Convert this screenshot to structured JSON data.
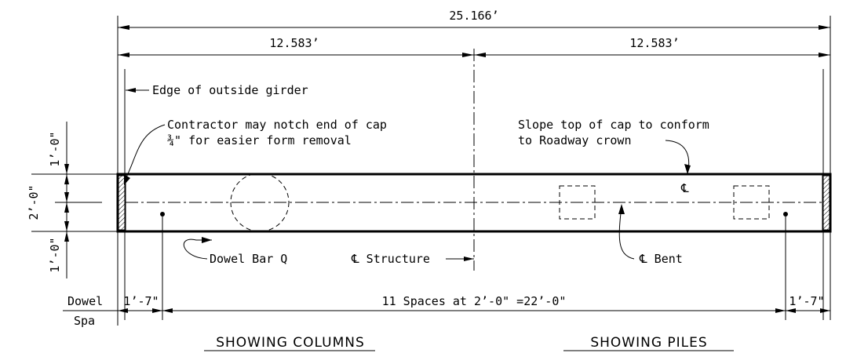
{
  "dimensions": {
    "overall": "25.166’",
    "half_left": "12.583’",
    "half_right": "12.583’",
    "dowel_end_left": "1’-7\"",
    "dowel_spaces": "11 Spaces at 2’-0\" =22’-0\"",
    "dowel_end_right": "1’-7\"",
    "cap_height_total": "2’-0\"",
    "cap_height_upper": "1’-0\"",
    "cap_height_lower": "1’-0\""
  },
  "row_labels": {
    "dowel": "Dowel",
    "spa": "Spa"
  },
  "notes": {
    "edge_girder": "Edge of outside girder",
    "notch_line1": "Contractor may notch end of cap",
    "notch_line2_frac": "¾",
    "notch_line2_rest": "\" for easier form removal",
    "slope_line1": "Slope top of cap to conform",
    "slope_line2": "to Roadway crown",
    "dowel_bar": "Dowel Bar Q",
    "cl_structure": "℄ Structure",
    "cl_bent": "℄ Bent",
    "cl_symbol": "℄"
  },
  "titles": {
    "left": "SHOWING COLUMNS",
    "right": "SHOWING PILES"
  }
}
